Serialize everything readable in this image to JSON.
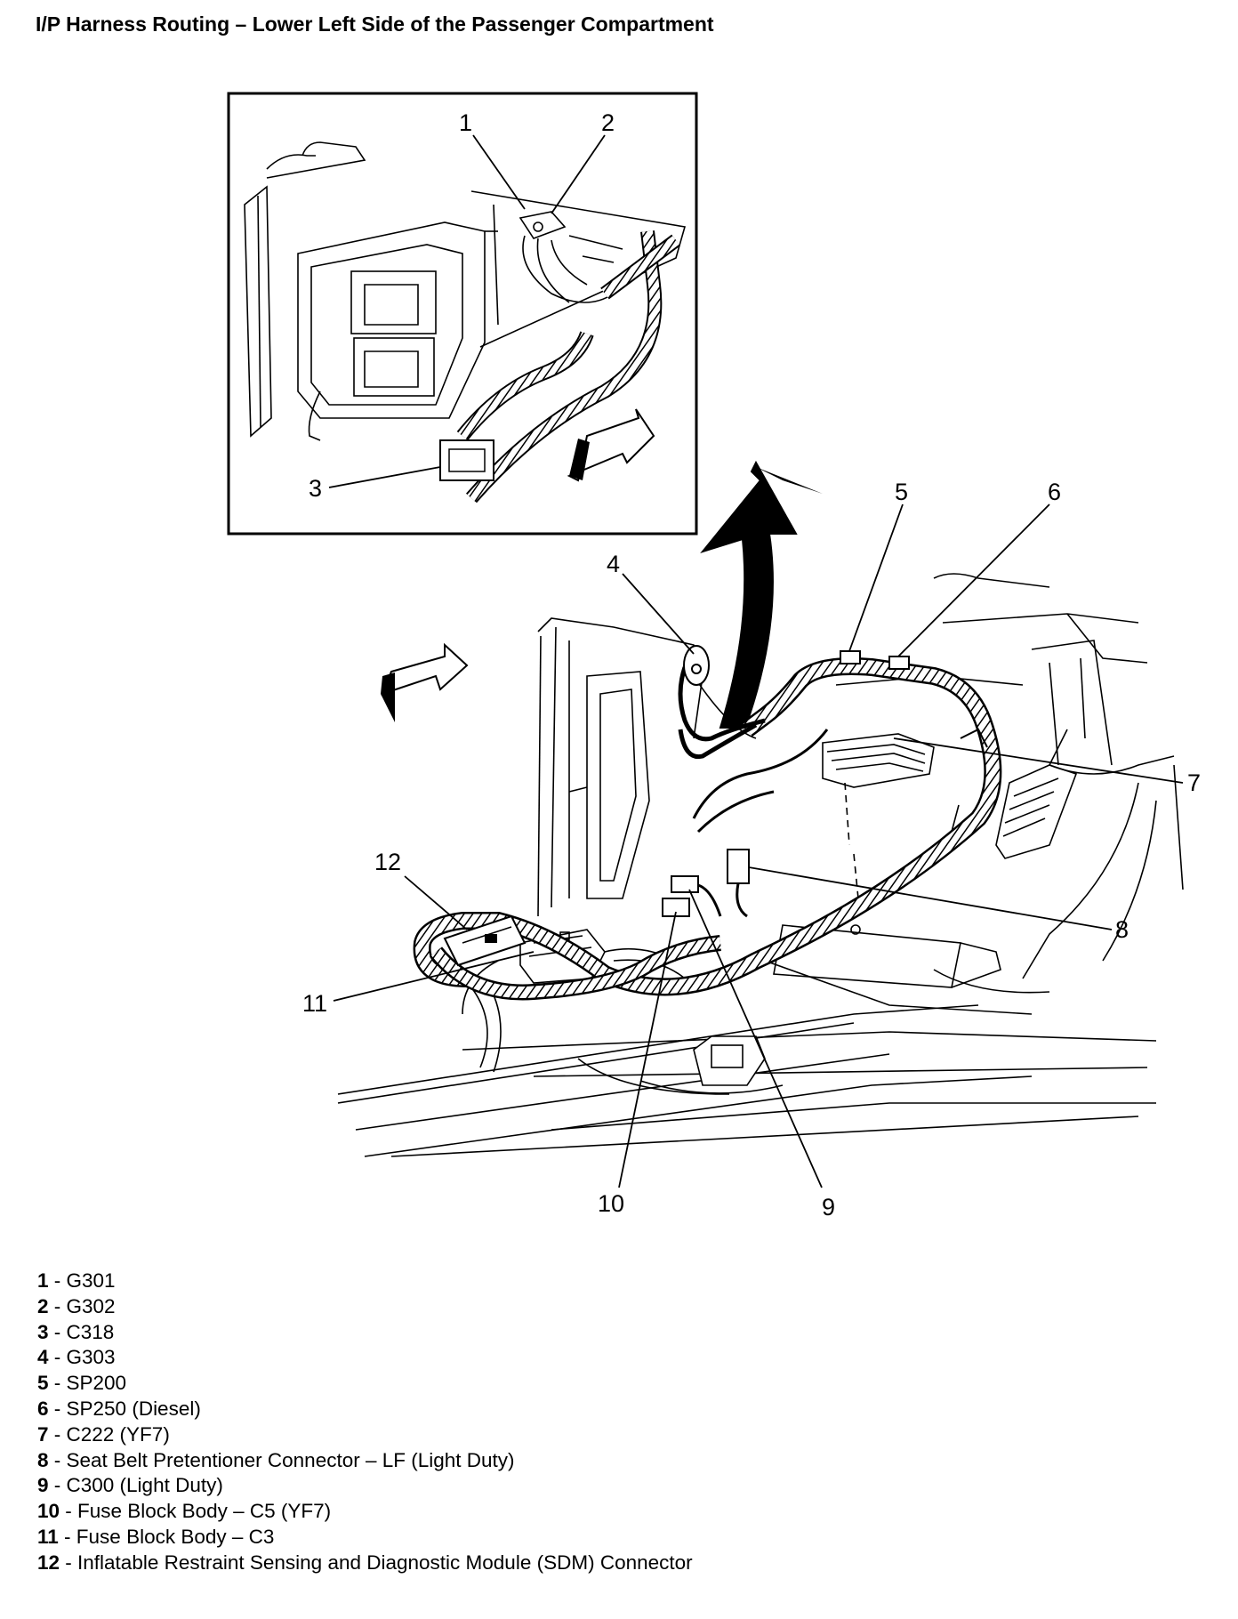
{
  "title": "I/P Harness Routing – Lower Left Side of the Passenger Compartment",
  "callouts": {
    "c1": "1",
    "c2": "2",
    "c3": "3",
    "c4": "4",
    "c5": "5",
    "c6": "6",
    "c7": "7",
    "c8": "8",
    "c9": "9",
    "c10": "10",
    "c11": "11",
    "c12": "12"
  },
  "legend": [
    {
      "num": "1",
      "text": "G301"
    },
    {
      "num": "2",
      "text": "G302"
    },
    {
      "num": "3",
      "text": "C318"
    },
    {
      "num": "4",
      "text": "G303"
    },
    {
      "num": "5",
      "text": "SP200"
    },
    {
      "num": "6",
      "text": "SP250 (Diesel)"
    },
    {
      "num": "7",
      "text": "C222 (YF7)"
    },
    {
      "num": "8",
      "text": "Seat Belt Pretentioner Connector – LF (Light Duty)"
    },
    {
      "num": "9",
      "text": "C300 (Light Duty)"
    },
    {
      "num": "10",
      "text": "Fuse Block Body – C5 (YF7)"
    },
    {
      "num": "11",
      "text": "Fuse Block Body – C3"
    },
    {
      "num": "12",
      "text": "Inflatable Restraint Sensing and Diagnostic Module (SDM) Connector"
    }
  ]
}
